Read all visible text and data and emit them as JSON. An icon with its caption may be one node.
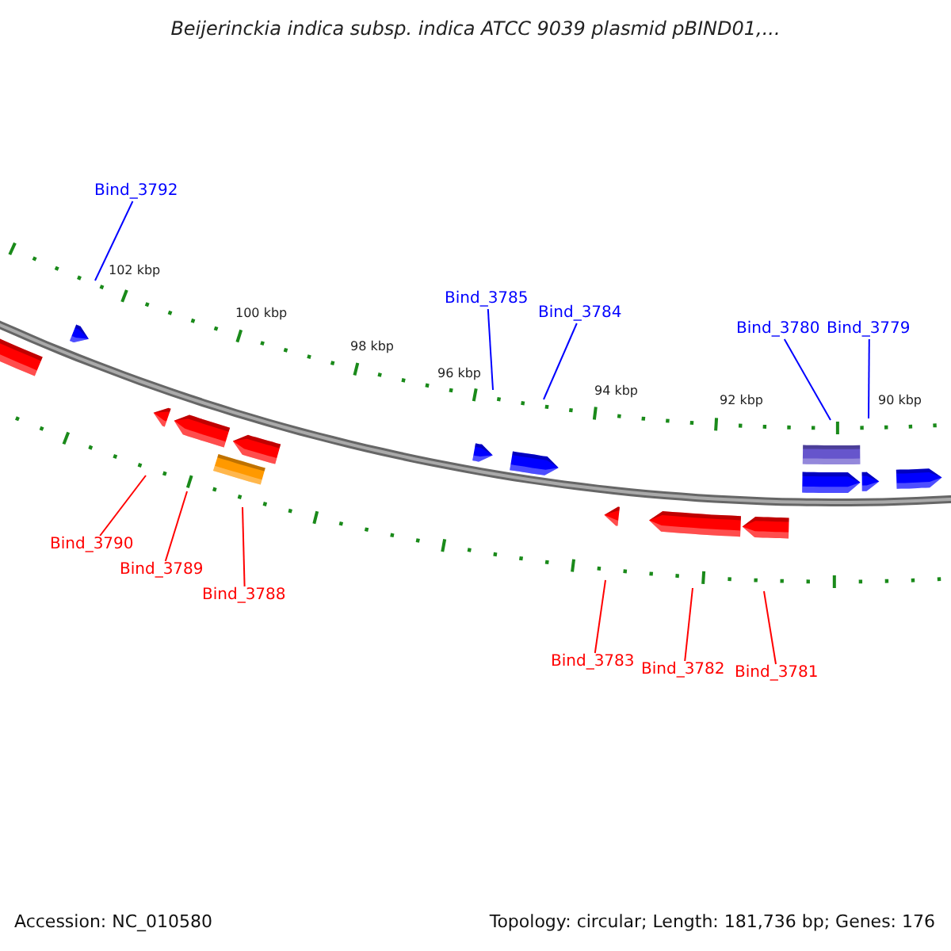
{
  "diagram": {
    "title": "Beijerinckia indica subsp. indica ATCC 9039 plasmid pBIND01,...",
    "nodes": [
      {
        "text": [
          "Bind_3792"
        ]
      },
      {
        "text": [
          "Bind_3785"
        ]
      },
      {
        "text": [
          "Bind_3784"
        ]
      },
      {
        "text": [
          "Bind_3780"
        ]
      },
      {
        "text": [
          "Bind_3779"
        ]
      },
      {
        "text": [
          "Bind_3790"
        ]
      },
      {
        "text": [
          "Bind_3789"
        ]
      },
      {
        "text": [
          "Bind_3788"
        ]
      },
      {
        "text": [
          "Bind_3783"
        ]
      },
      {
        "text": [
          "Bind_3782"
        ]
      },
      {
        "text": [
          "Bind_3781"
        ]
      }
    ],
    "edges": [
      {
        "from": 0,
        "to": null,
        "arrow": "none",
        "color": "#0000ff"
      },
      {
        "from": 1,
        "to": null,
        "arrow": "none",
        "color": "#0000ff"
      },
      {
        "from": 2,
        "to": null,
        "arrow": "none",
        "color": "#0000ff"
      },
      {
        "from": 3,
        "to": null,
        "arrow": "none",
        "color": "#0000ff"
      },
      {
        "from": 4,
        "to": null,
        "arrow": "none",
        "color": "#0000ff"
      },
      {
        "from": 5,
        "to": null,
        "arrow": "none"
      },
      {
        "from": 6,
        "to": null,
        "arrow": "none"
      },
      {
        "from": 7,
        "to": null,
        "arrow": "none"
      },
      {
        "from": 8,
        "to": null,
        "arrow": "none"
      },
      {
        "from": 9,
        "to": null,
        "arrow": "none"
      },
      {
        "from": 10,
        "to": null,
        "arrow": "none"
      }
    ],
    "labels": [
      "102 kbp",
      "100 kbp",
      "98 kbp",
      "96 kbp",
      "94 kbp",
      "92 kbp",
      "90 kbp",
      "Accession: NC_010580",
      "Topology: circular; Length: 181,736 bp; Genes: 176"
    ]
  }
}
